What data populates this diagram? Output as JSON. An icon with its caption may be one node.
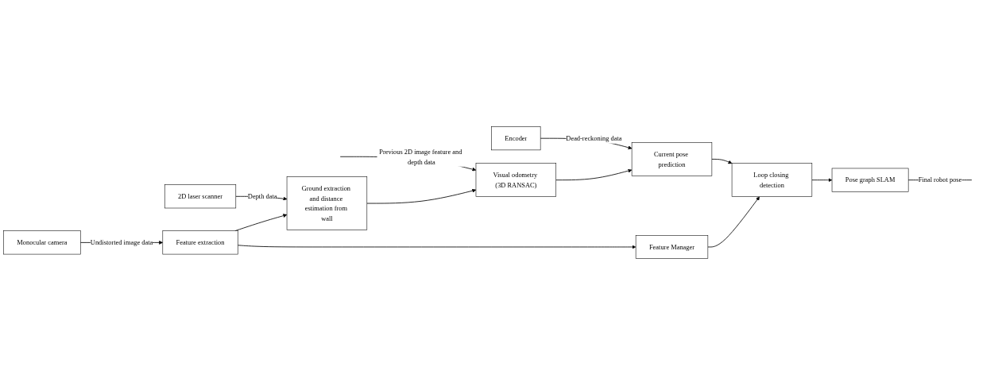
{
  "diagram": {
    "nodes": [
      {
        "text": [
          "Encoder"
        ]
      },
      {
        "text": [
          "2D laser scanner"
        ]
      },
      {
        "text": [
          "Monocular camera"
        ]
      },
      {
        "text": [
          "Feature extraction"
        ]
      },
      {
        "text": [
          "Ground extraction and distance estimation from wall"
        ]
      },
      {
        "text": [
          "Visual odometry (3D RANSAC)"
        ]
      },
      {
        "text": [
          "Current pose prediction"
        ]
      },
      {
        "text": [
          "Loop closing detection"
        ]
      },
      {
        "text": [
          "Pose graph SLAM"
        ]
      },
      {
        "text": [
          "Feature Manager"
        ]
      }
    ],
    "edges": [
      {
        "from": 0,
        "to": 6,
        "arrow": "to",
        "label": "Dead-reckoning data"
      },
      {
        "from": 1,
        "to": 4,
        "arrow": "to",
        "label": "Depth data"
      },
      {
        "from": 2,
        "to": 3,
        "arrow": "to",
        "label": "Undistorted image data"
      },
      {
        "from": 3,
        "to": 4,
        "arrow": "to"
      },
      {
        "from": null,
        "to": 5,
        "arrow": "to",
        "label": "Previous 2D image feature and depth data"
      },
      {
        "from": 4,
        "to": 5,
        "arrow": "to"
      },
      {
        "from": 5,
        "to": 6,
        "arrow": "to"
      },
      {
        "from": 6,
        "to": 7,
        "arrow": "to"
      },
      {
        "from": 7,
        "to": 8,
        "arrow": "to"
      },
      {
        "from": 8,
        "to": null,
        "arrow": "none",
        "label": "Final robot pose"
      },
      {
        "from": 3,
        "to": 9,
        "arrow": "to"
      },
      {
        "from": 9,
        "to": 7,
        "arrow": "to"
      }
    ]
  }
}
